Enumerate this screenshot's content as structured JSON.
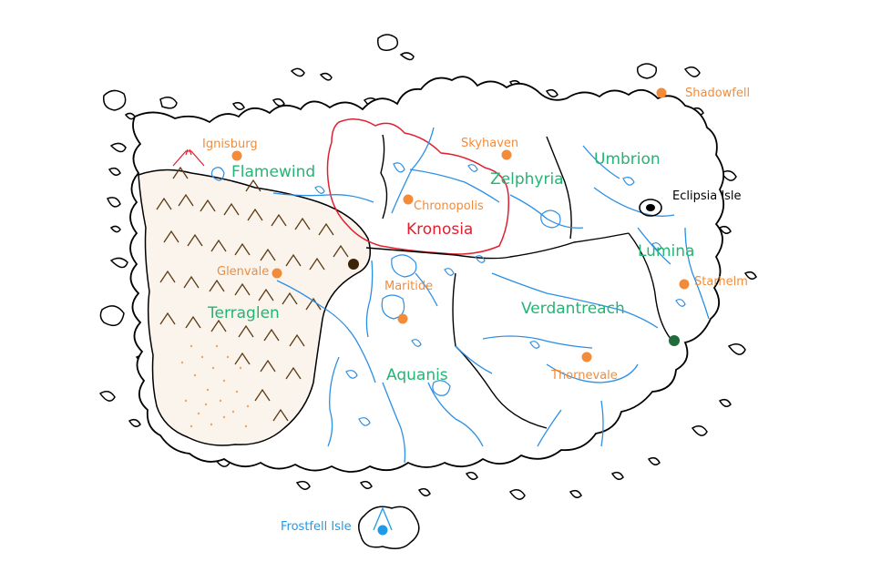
{
  "colors": {
    "coast": "#000000",
    "region_label": "#22b573",
    "city": "#f28c3b",
    "river": "#2a8fe6",
    "kronosia": "#e02030",
    "mountain": "#5a3a10",
    "desert": "#f4a066",
    "frost": "#1e9be8",
    "marker_dark": "#3b2408",
    "marker_green": "#1f6b3a"
  },
  "regions": [
    {
      "name": "Flamewind"
    },
    {
      "name": "Zelphyria"
    },
    {
      "name": "Umbrion"
    },
    {
      "name": "Kronosia"
    },
    {
      "name": "Lumina"
    },
    {
      "name": "Terraglen"
    },
    {
      "name": "Verdantreach"
    },
    {
      "name": "Aquanis"
    }
  ],
  "cities": [
    {
      "name": "Ignisburg"
    },
    {
      "name": "Skyhaven"
    },
    {
      "name": "Shadowfell"
    },
    {
      "name": "Chronopolis"
    },
    {
      "name": "Glenvale"
    },
    {
      "name": "Starhelm"
    },
    {
      "name": "Maritide"
    },
    {
      "name": "Thornevale"
    }
  ],
  "islands": [
    {
      "name": "Eclipsia Isle"
    },
    {
      "name": "Frostfell Isle"
    }
  ],
  "icons": [
    "volcano-icon",
    "eclipse-icon",
    "mountain-icon",
    "ice-peak-icon"
  ]
}
